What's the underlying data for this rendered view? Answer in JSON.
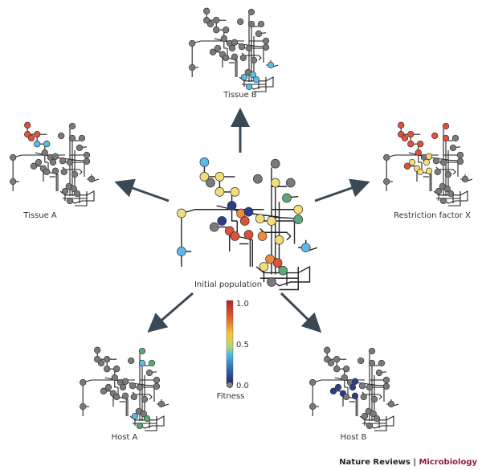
{
  "diagram": {
    "center_label": "Initial population",
    "panels": [
      {
        "id": "tissue-a",
        "label": "Tissue A",
        "highlight": "red-blue"
      },
      {
        "id": "tissue-b",
        "label": "Tissue B",
        "highlight": "cyan"
      },
      {
        "id": "restriction-x",
        "label": "Restriction factor X",
        "highlight": "red-yellow"
      },
      {
        "id": "host-a",
        "label": "Host A",
        "highlight": "green-cyan"
      },
      {
        "id": "host-b",
        "label": "Host B",
        "highlight": "navy"
      }
    ],
    "colorbar": {
      "title": "Fitness",
      "ticks": [
        "1.0",
        "0.5",
        "0.0"
      ],
      "colors": [
        "#c0282a",
        "#e85a2a",
        "#f2a73a",
        "#f5e26a",
        "#6cc6e8",
        "#3aa0d8",
        "#2b4a9a",
        "#1f2a6a"
      ]
    },
    "colors": {
      "node_default": "#7a7a7a",
      "edge": "#222222",
      "arrow": "#3a4a55",
      "red": "#e0503a",
      "orange": "#ef8c3a",
      "yellow": "#f3dd78",
      "cyan": "#5bbbe6",
      "green": "#5aa87a",
      "navy": "#2b3c8a"
    }
  },
  "footer": {
    "publisher": "Nature Reviews",
    "separator": "|",
    "journal": "Microbiology"
  }
}
